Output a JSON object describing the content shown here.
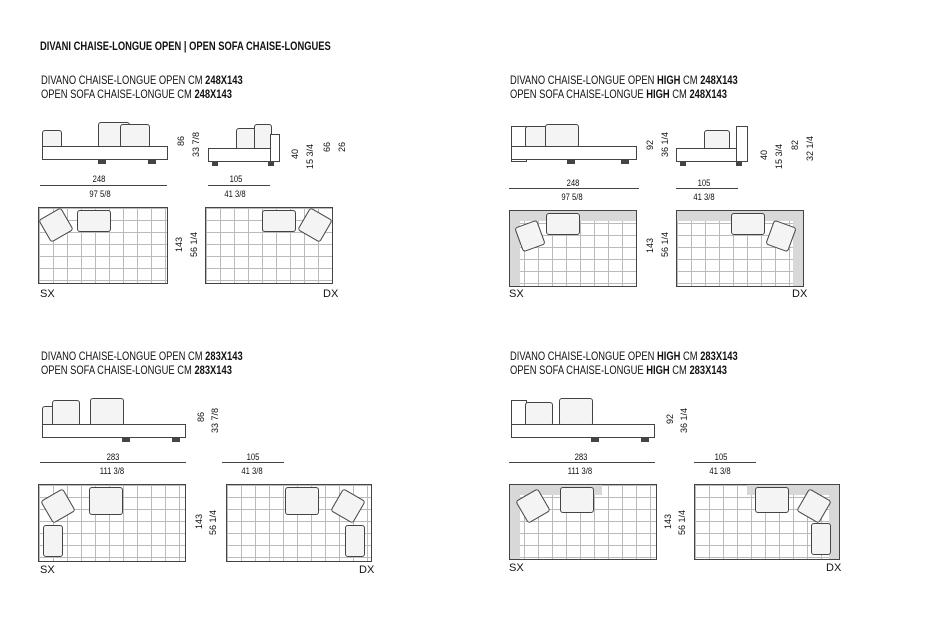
{
  "page_title": "DIVANI CHAISE-LONGUE OPEN | OPEN SOFA CHAISE-LONGUES",
  "blocks": [
    {
      "title_it": "DIVANO CHAISE-LONGUE OPEN CM",
      "title_it_size": "248X143",
      "title_en": "OPEN SOFA CHAISE-LONGUE  CM",
      "title_en_size": "248X143",
      "w_cm": "248",
      "w_in": "97 5/8",
      "d_cm": "105",
      "d_in": "41 3/8",
      "h_cm": "86",
      "h_in": "33 7/8",
      "seat_cm": "40",
      "seat_in": "15 3/4",
      "arm_cm": "66",
      "arm_in": "26",
      "depth_cm": "143",
      "depth_in": "56 1/4",
      "left": "SX",
      "right": "DX"
    },
    {
      "title_it": "DIVANO CHAISE-LONGUE OPEN",
      "title_it_bold": "HIGH",
      "title_it_cm": "CM",
      "title_it_size": "248X143",
      "title_en": "OPEN SOFA CHAISE-LONGUE",
      "title_en_bold": "HIGH",
      "title_en_cm": "CM",
      "title_en_size": "248X143",
      "w_cm": "248",
      "w_in": "97 5/8",
      "d_cm": "105",
      "d_in": "41 3/8",
      "h_cm": "92",
      "h_in": "36 1/4",
      "seat_cm": "40",
      "seat_in": "15 3/4",
      "arm_cm": "82",
      "arm_in": "32 1/4",
      "depth_cm": "143",
      "depth_in": "56 1/4",
      "left": "SX",
      "right": "DX"
    },
    {
      "title_it": "DIVANO CHAISE-LONGUE OPEN CM",
      "title_it_size": "283X143",
      "title_en": "OPEN SOFA CHAISE-LONGUE CM",
      "title_en_size": "283X143",
      "w_cm": "283",
      "w_in": "111 3/8",
      "d_cm": "105",
      "d_in": "41 3/8",
      "h_cm": "86",
      "h_in": "33 7/8",
      "depth_cm": "143",
      "depth_in": "56 1/4",
      "left": "SX",
      "right": "DX"
    },
    {
      "title_it": "DIVANO CHAISE-LONGUE OPEN",
      "title_it_bold": "HIGH",
      "title_it_cm": "CM",
      "title_it_size": "283X143",
      "title_en": "OPEN SOFA CHAISE-LONGUE",
      "title_en_bold": "HIGH",
      "title_en_cm": "CM",
      "title_en_size": "283X143",
      "w_cm": "283",
      "w_in": "111 3/8",
      "d_cm": "105",
      "d_in": "41 3/8",
      "h_cm": "92",
      "h_in": "36 1/4",
      "depth_cm": "143",
      "depth_in": "56 1/4",
      "left": "SX",
      "right": "DX"
    }
  ]
}
